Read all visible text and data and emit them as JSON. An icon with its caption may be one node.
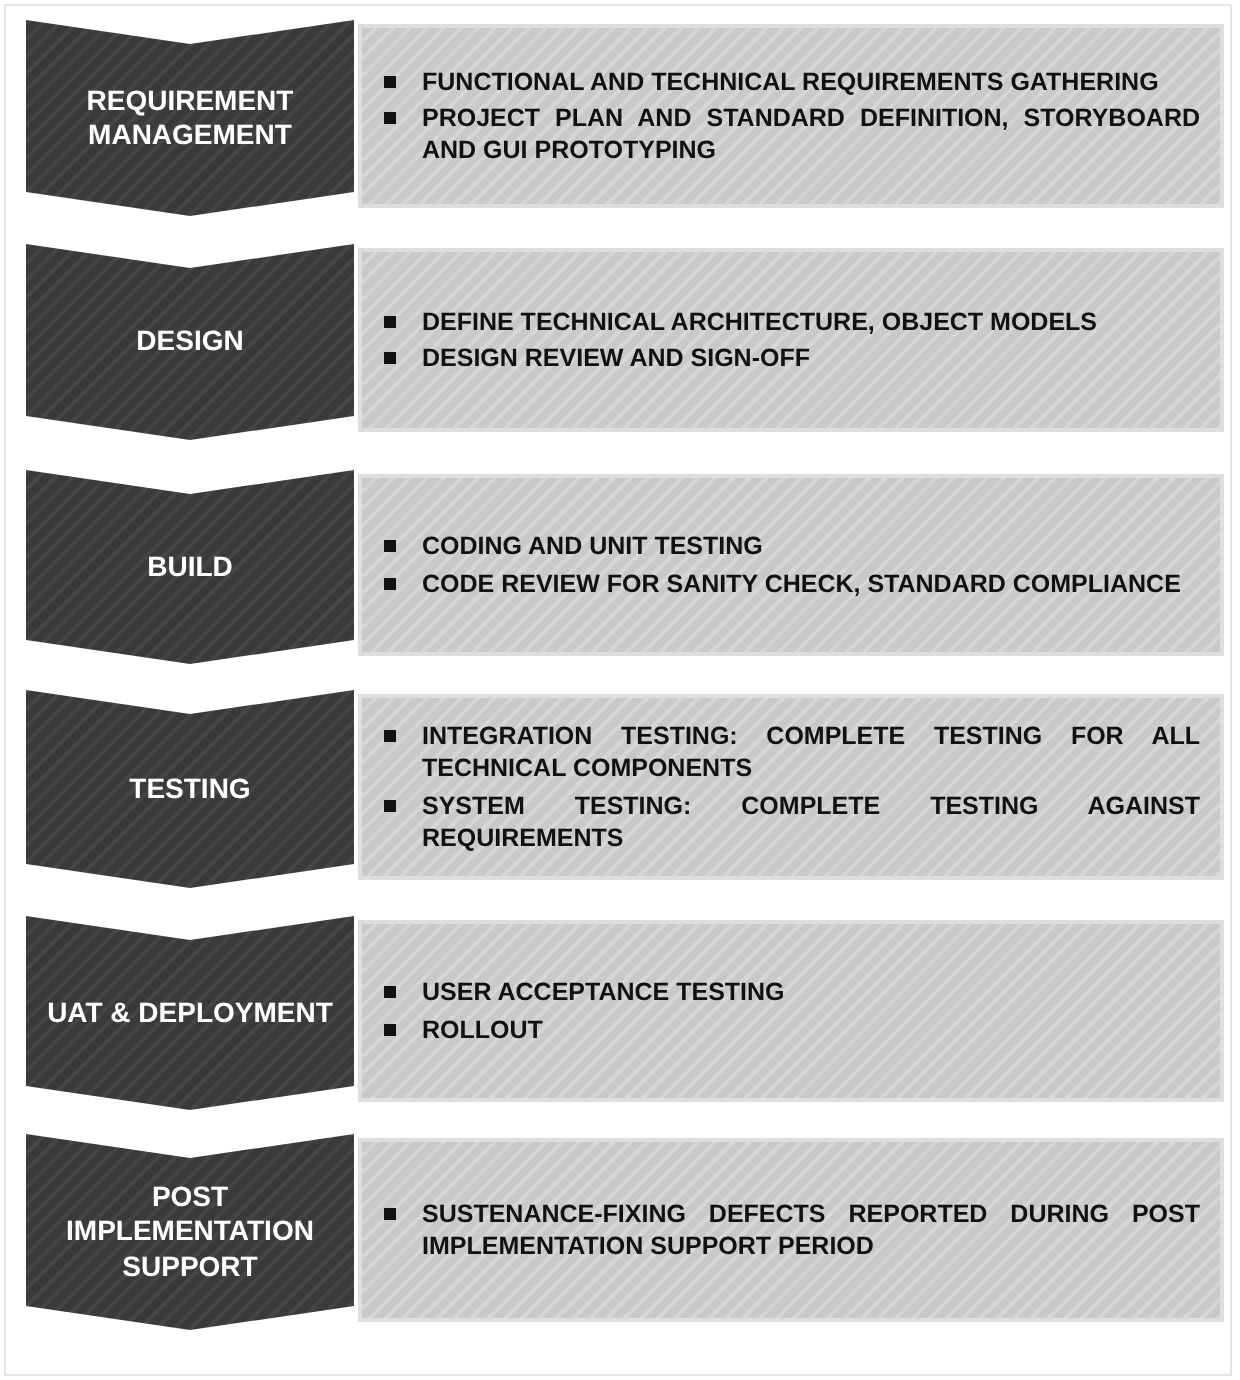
{
  "diagram": {
    "nodes": [
      {
        "text": [
          "REQUIREMENT MANAGEMENT"
        ]
      },
      {
        "text": [
          "FUNCTIONAL AND TECHNICAL REQUIREMENTS GATHERING",
          "PROJECT PLAN AND STANDARD DEFINITION, STORYBOARD AND GUI PROTOTYPING"
        ]
      },
      {
        "text": [
          "DESIGN"
        ]
      },
      {
        "text": [
          "DEFINE TECHNICAL ARCHITECTURE, OBJECT MODELS",
          "DESIGN REVIEW AND SIGN-OFF"
        ]
      },
      {
        "text": [
          "BUILD"
        ]
      },
      {
        "text": [
          "CODING AND UNIT TESTING",
          "CODE REVIEW FOR SANITY CHECK, STANDARD COMPLIANCE"
        ]
      },
      {
        "text": [
          "TESTING"
        ]
      },
      {
        "text": [
          "INTEGRATION TESTING: COMPLETE TESTING FOR ALL TECHNICAL COMPONENTS",
          "SYSTEM TESTING: COMPLETE TESTING AGAINST REQUIREMENTS"
        ]
      },
      {
        "text": [
          "UAT & DEPLOYMENT"
        ]
      },
      {
        "text": [
          "USER ACCEPTANCE TESTING",
          "ROLLOUT"
        ]
      },
      {
        "text": [
          "POST IMPLEMENTATION SUPPORT"
        ]
      },
      {
        "text": [
          "SUSTENANCE-FIXING DEFECTS REPORTED DURING POST IMPLEMENTATION SUPPORT PERIOD"
        ]
      }
    ]
  }
}
